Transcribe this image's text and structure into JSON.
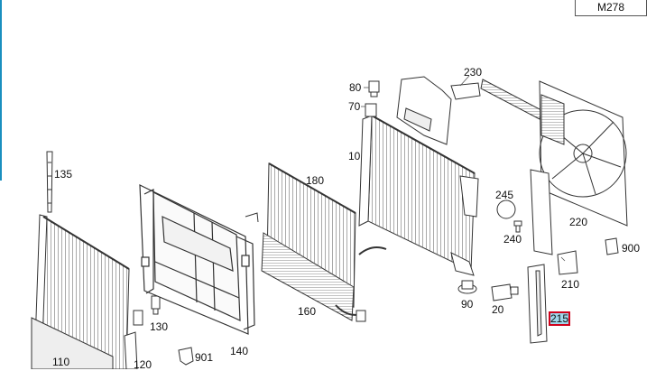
{
  "badge": {
    "model": "M278"
  },
  "callouts": {
    "p10": "10",
    "p20": "20",
    "p70": "70",
    "p80": "80",
    "p90": "90",
    "p110": "110",
    "p120": "120",
    "p130": "130",
    "p135": "135",
    "p140": "140",
    "p160": "160",
    "p180": "180",
    "p210": "210",
    "p215": "215",
    "p220": "220",
    "p230": "230",
    "p240": "240",
    "p245": "245",
    "p900": "900",
    "p901": "901"
  },
  "highlight": {
    "part": "215",
    "border_color": "#d0021b",
    "fill_color": "#9fd6ea"
  },
  "accent_color": "#1a8fbf"
}
